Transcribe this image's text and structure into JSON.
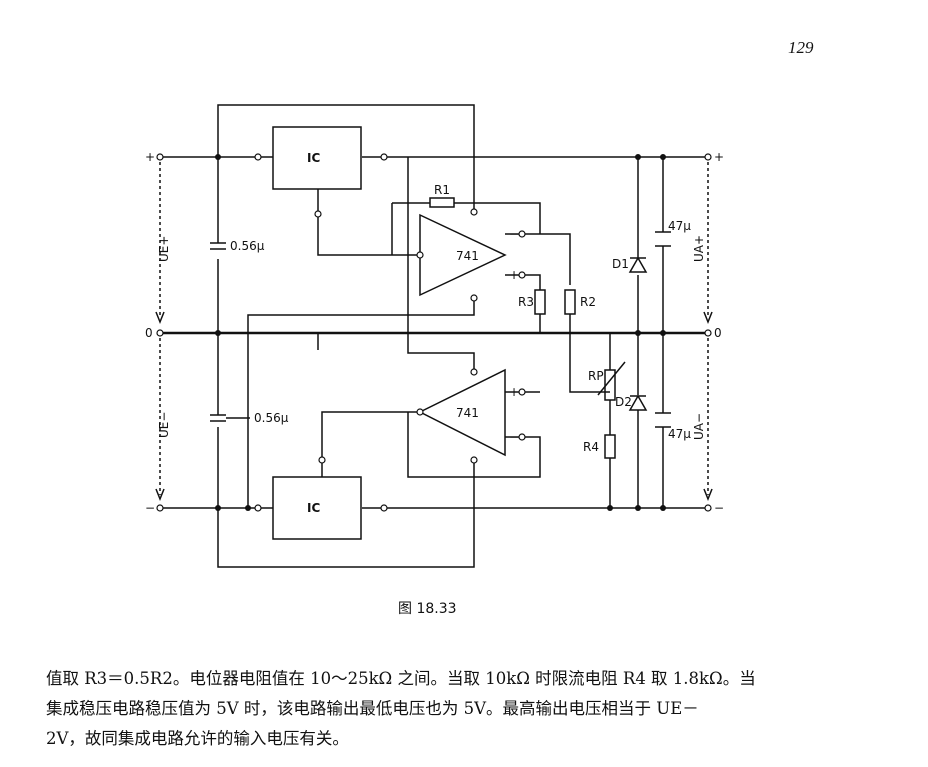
{
  "page_number": "129",
  "figure": {
    "caption": "图 18.33",
    "terminals": {
      "plus": "+",
      "minus": "−",
      "zero_left": "0",
      "zero_right": "0",
      "plus_right": "+",
      "minus_right": "−"
    },
    "voltages": {
      "ue_plus": "UE+",
      "ue_minus": "UE−",
      "ua_plus": "UA+",
      "ua_minus": "UA−"
    },
    "components": {
      "ic_top": "IC",
      "ic_bottom": "IC",
      "opamp_top": "741",
      "opamp_bottom": "741",
      "r1": "R1",
      "r2": "R2",
      "r3": "R3",
      "r4": "R4",
      "rp": "RP",
      "d1": "D1",
      "d2": "D2",
      "c_top": "0.56μ",
      "c_bottom": "0.56μ",
      "c_out_top": "47μ",
      "c_out_bottom": "47μ",
      "opamp_minus": "−",
      "opamp_plus": "+"
    }
  },
  "text": {
    "line1": "值取 R3＝0.5R2。电位器电阻值在 10～25kΩ 之间。当取 10kΩ 时限流电阻 R4 取 1.8kΩ。当",
    "line2": "集成稳压电路稳压值为 5V 时，该电路输出最低电压也为 5V。最高输出电压相当于 UE－",
    "line3": "2V，故同集成电路允许的输入电压有关。"
  }
}
